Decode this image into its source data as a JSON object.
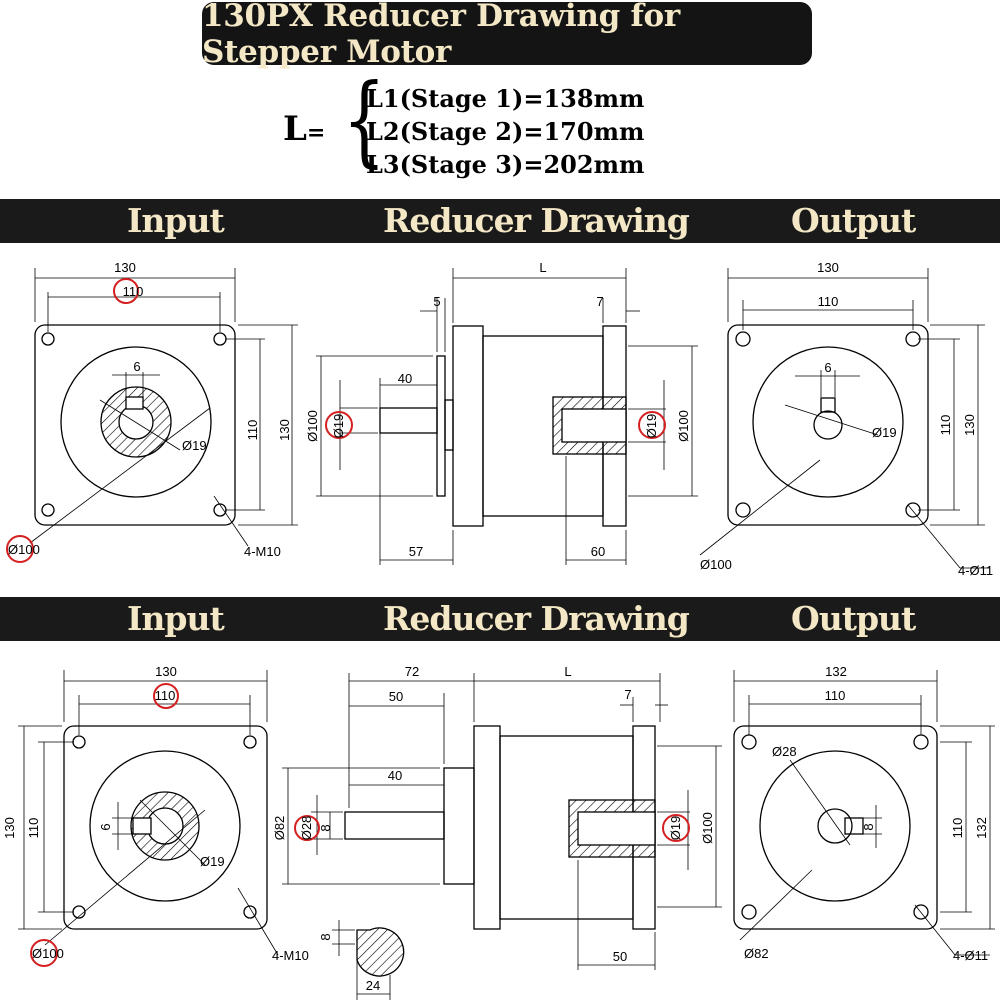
{
  "title": "130PX Reducer Drawing for Stepper Motor",
  "length": {
    "symbol": "L",
    "equals": "=",
    "lines": [
      "L1(Stage 1)=138mm",
      "L2(Stage 2)=170mm",
      "L3(Stage 3)=202mm"
    ]
  },
  "bands": {
    "top": {
      "input": "Input",
      "middle": "Reducer Drawing",
      "output": "Output"
    },
    "bottom": {
      "input": "Input",
      "middle": "Reducer Drawing",
      "output": "Output"
    }
  },
  "top": {
    "input": {
      "width": "130",
      "pcd": "110",
      "height": "130",
      "pcd_v": "110",
      "key": "6",
      "bore": "Ø19",
      "flange": "Ø100",
      "holes": "4-M10"
    },
    "side": {
      "L": "L",
      "flange_t": "5",
      "out_flange_t": "7",
      "in_depth": "40",
      "in_len": "57",
      "out_len": "60",
      "in_dia": "Ø100",
      "in_bore": "Ø19",
      "out_dia": "Ø100",
      "out_shaft": "Ø19"
    },
    "output": {
      "width": "130",
      "pcd": "110",
      "height": "130",
      "pcd_v": "110",
      "key": "6",
      "shaft": "Ø19",
      "flange": "Ø100",
      "holes": "4-Ø11"
    }
  },
  "bottom": {
    "input": {
      "width": "130",
      "pcd": "110",
      "height": "130",
      "pcd_v": "110",
      "key": "6",
      "bore": "Ø19",
      "flange": "Ø100",
      "holes": "4-M10"
    },
    "side": {
      "total": "72",
      "L": "L",
      "adapter": "50",
      "out_flange_t": "7",
      "in_depth": "40",
      "in_dia": "Ø82",
      "in_bore": "Ø28",
      "key": "8",
      "out_dia": "Ø100",
      "out_shaft": "Ø19",
      "out_len": "50",
      "sec_key": "8",
      "sec_w": "24"
    },
    "output": {
      "width": "132",
      "pcd": "110",
      "height": "132",
      "pcd_v": "110",
      "shaft": "Ø28",
      "key": "8",
      "flange": "Ø82",
      "holes": "4-Ø11"
    }
  }
}
